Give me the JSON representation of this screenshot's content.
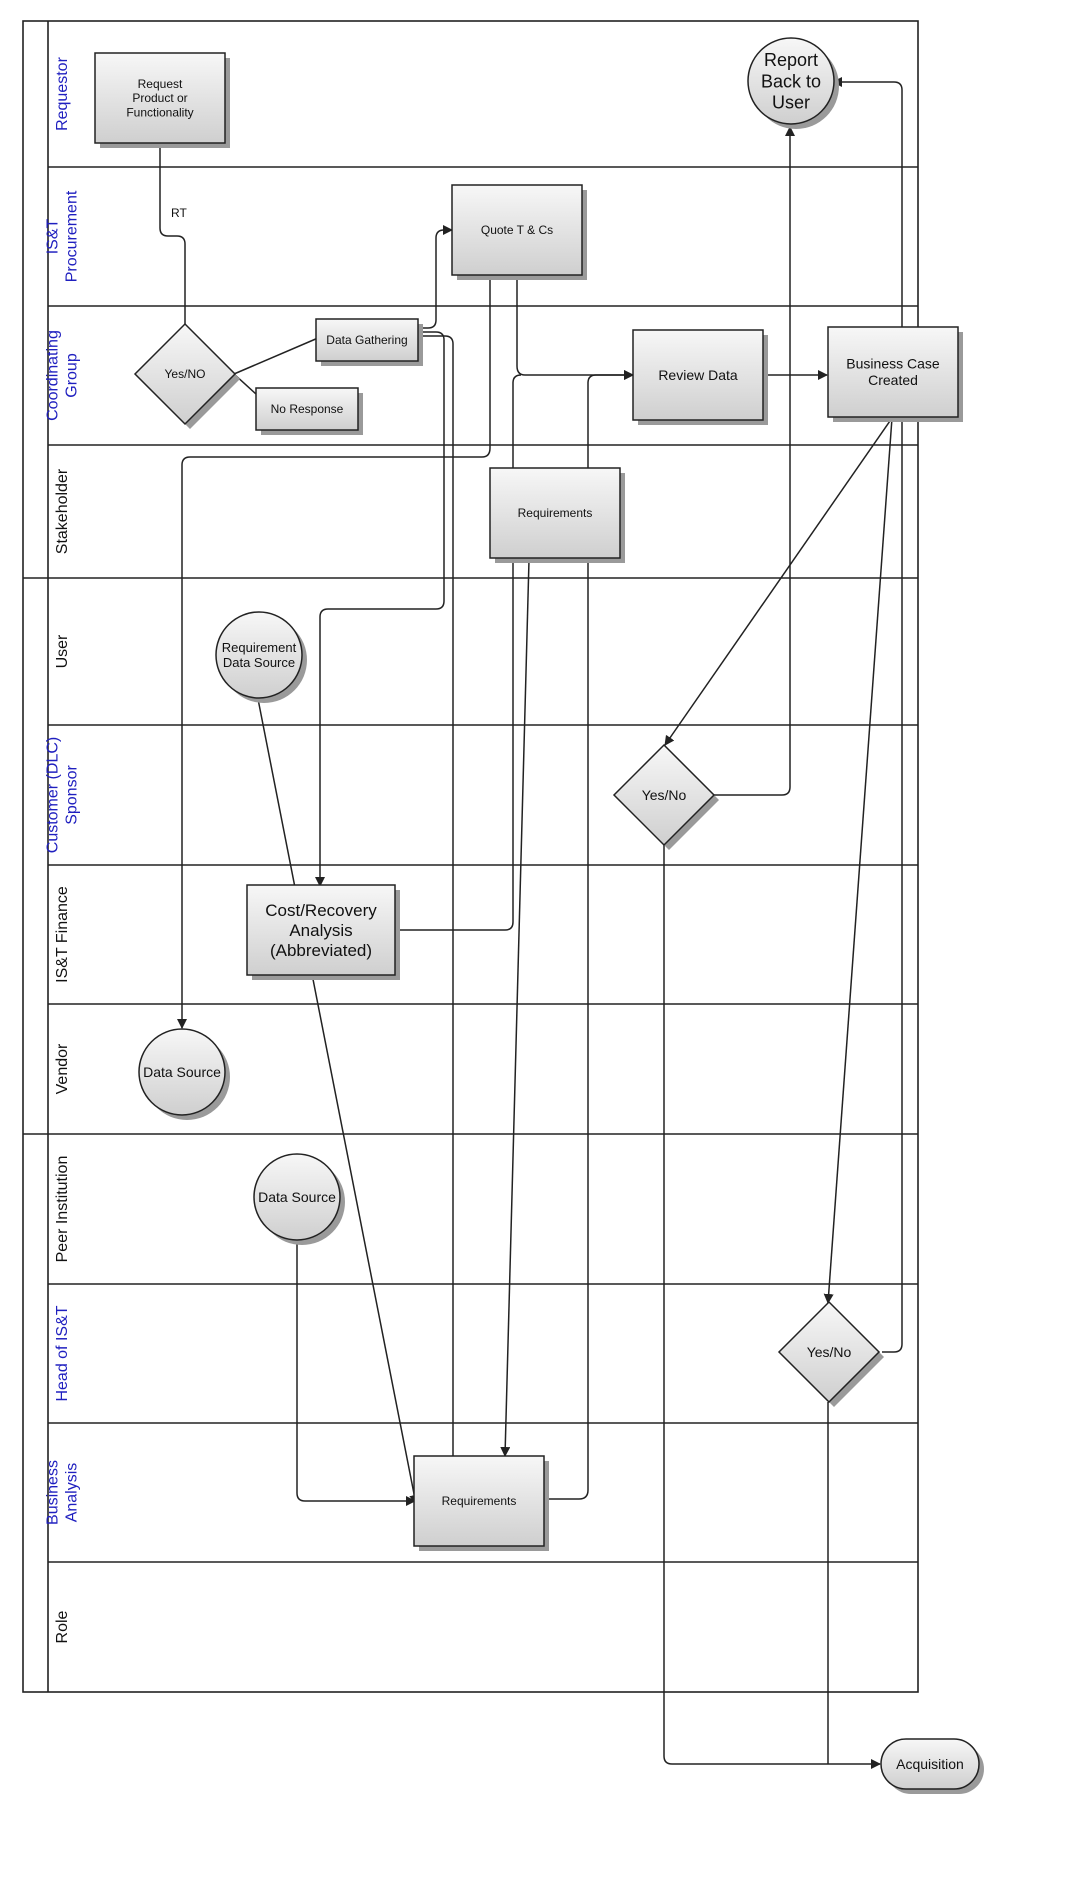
{
  "lanes": [
    {
      "label": [
        "Requestor"
      ],
      "color": "#1f1fbf"
    },
    {
      "label": [
        "IS&T",
        "Procurement"
      ],
      "color": "#1f1fbf"
    },
    {
      "label": [
        "Coordinating",
        "Group"
      ],
      "color": "#1f1fbf"
    },
    {
      "label": [
        "Stakeholder"
      ],
      "color": "#111111"
    },
    {
      "label": [
        "User"
      ],
      "color": "#111111"
    },
    {
      "label": [
        "Customer (DLC)",
        "Sponsor"
      ],
      "color": "#1f1fbf"
    },
    {
      "label": [
        "IS&T Finance"
      ],
      "color": "#111111"
    },
    {
      "label": [
        "Vendor"
      ],
      "color": "#111111"
    },
    {
      "label": [
        "Peer Institution"
      ],
      "color": "#111111"
    },
    {
      "label": [
        "Head of IS&T"
      ],
      "color": "#1f1fbf"
    },
    {
      "label": [
        "Business",
        "Analysis"
      ],
      "color": "#1f1fbf"
    },
    {
      "label": [
        "Role"
      ],
      "color": "#111111"
    }
  ],
  "nodes": {
    "request_product": {
      "shape": "rect",
      "lines": [
        "Request",
        "Product or",
        "Functionality"
      ]
    },
    "report_back": {
      "shape": "circle",
      "lines": [
        "Report",
        "Back to",
        "User"
      ]
    },
    "quote_tcs": {
      "shape": "rect",
      "lines": [
        "Quote T & Cs"
      ]
    },
    "yes_no_cg": {
      "shape": "diamond",
      "lines": [
        "Yes/NO"
      ]
    },
    "data_gathering": {
      "shape": "rect",
      "lines": [
        "Data Gathering"
      ]
    },
    "no_response": {
      "shape": "rect",
      "lines": [
        "No Response"
      ]
    },
    "review_data": {
      "shape": "rect",
      "lines": [
        "Review Data"
      ]
    },
    "business_case": {
      "shape": "rect",
      "lines": [
        "Business Case",
        "Created"
      ]
    },
    "requirements_stakeholder": {
      "shape": "rect",
      "lines": [
        "Requirements"
      ]
    },
    "req_data_source": {
      "shape": "circle",
      "lines": [
        "Requirement",
        "Data Source"
      ]
    },
    "yes_no_sponsor": {
      "shape": "diamond",
      "lines": [
        "Yes/No"
      ]
    },
    "cost_recovery": {
      "shape": "rect",
      "lines": [
        "Cost/Recovery",
        "Analysis",
        "(Abbreviated)"
      ]
    },
    "data_source_vendor": {
      "shape": "circle",
      "lines": [
        "Data Source"
      ]
    },
    "data_source_peer": {
      "shape": "circle",
      "lines": [
        "Data Source"
      ]
    },
    "yes_no_head": {
      "shape": "diamond",
      "lines": [
        "Yes/No"
      ]
    },
    "requirements_ba": {
      "shape": "rect",
      "lines": [
        "Requirements"
      ]
    },
    "acquisition": {
      "shape": "terminator",
      "lines": [
        "Acquisition"
      ]
    }
  },
  "edge_labels": {
    "rt": "RT"
  },
  "colors": {
    "stroke": "#222222",
    "fill_top": "#f7f7f7",
    "fill_bottom": "#cfcfcf",
    "shadow": "#9a9a9a",
    "label_blue": "#1f1fbf"
  }
}
